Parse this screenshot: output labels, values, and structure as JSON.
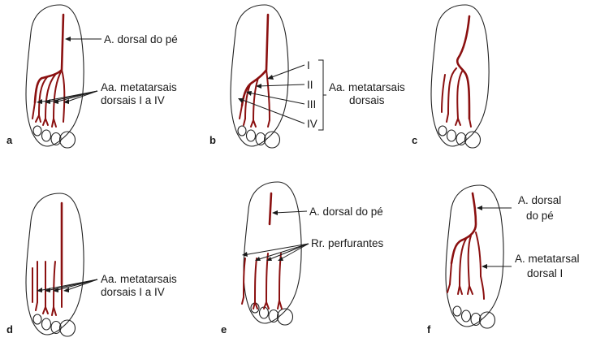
{
  "panels": [
    {
      "letter": "a",
      "labels": [
        "A. dorsal do pé",
        "Aa. metatarsais",
        "dorsais I a IV"
      ]
    },
    {
      "letter": "b",
      "labels": [
        "I",
        "II",
        "III",
        "IV",
        "Aa. metatarsais",
        "dorsais"
      ]
    },
    {
      "letter": "c",
      "labels": []
    },
    {
      "letter": "d",
      "labels": [
        "Aa. metatarsais",
        "dorsais I a IV"
      ]
    },
    {
      "letter": "e",
      "labels": [
        "A. dorsal do pé",
        "Rr. perfurantes"
      ]
    },
    {
      "letter": "f",
      "labels": [
        "A. dorsal",
        "do pé",
        "A. metatarsal",
        "dorsal I"
      ]
    }
  ],
  "colors": {
    "artery": "#8b1010",
    "outline": "#222222",
    "text": "#1a1a1a"
  }
}
